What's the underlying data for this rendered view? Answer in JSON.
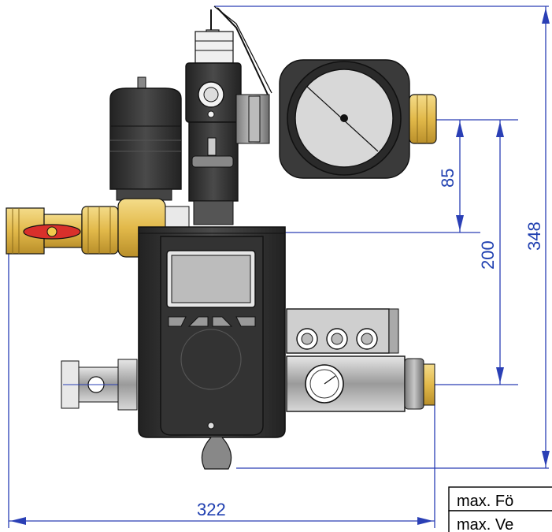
{
  "dimensions": {
    "width_label": "322",
    "height_label": "348",
    "port_spacing_label": "200",
    "upper_offset_label": "85"
  },
  "spec_table": {
    "row1": "max. Fö",
    "row2": "max. Ve"
  },
  "colors": {
    "dimension_line": "#2a3fb5",
    "brass": "#e8c25a",
    "ball_valve_handle": "#d9302b",
    "housing_dark": "#2b2b2b",
    "housing_body": "#3a3a3a"
  }
}
